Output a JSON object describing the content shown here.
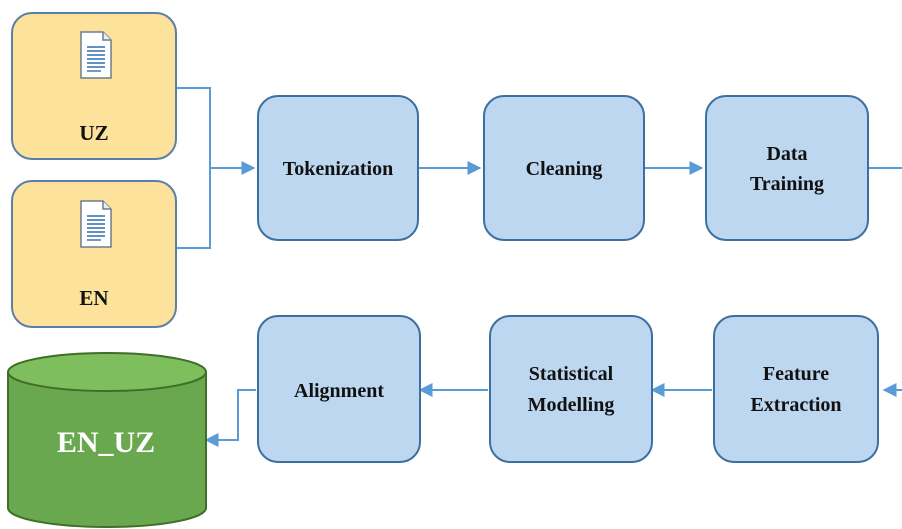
{
  "inputs": [
    {
      "label": "UZ",
      "icon": "document-icon"
    },
    {
      "label": "EN",
      "icon": "document-icon"
    }
  ],
  "steps": {
    "tokenization": "Tokenization",
    "cleaning": "Cleaning",
    "data_training": [
      "Data",
      "Training"
    ],
    "feature_extraction": [
      "Feature",
      "Extraction"
    ],
    "statistical_modelling": [
      "Statistical",
      "Modelling"
    ],
    "alignment": "Alignment"
  },
  "output": {
    "label": "EN_UZ",
    "icon": "database-cylinder"
  },
  "colors": {
    "input_fill": "#fce29a",
    "input_stroke": "#5b7fa6",
    "step_fill": "#bcd7ef",
    "step_stroke": "#3d6f9f",
    "arrow": "#5b9bd5",
    "db_fill": "#6aa84f",
    "db_top": "#7fbe5c",
    "db_stroke": "#3f6e28",
    "db_text": "#ffffff"
  }
}
